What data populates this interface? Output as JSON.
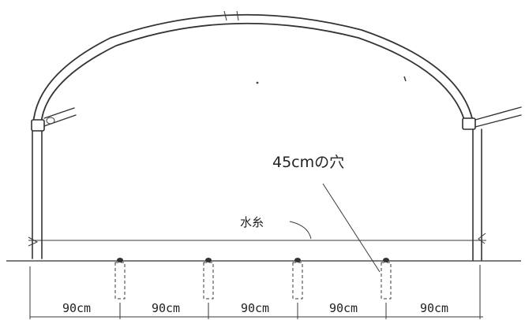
{
  "labels": {
    "hole": "45cmの穴",
    "water_line": "水糸"
  },
  "dimensions": [
    "90cm",
    "90cm",
    "90cm",
    "90cm",
    "90cm"
  ]
}
